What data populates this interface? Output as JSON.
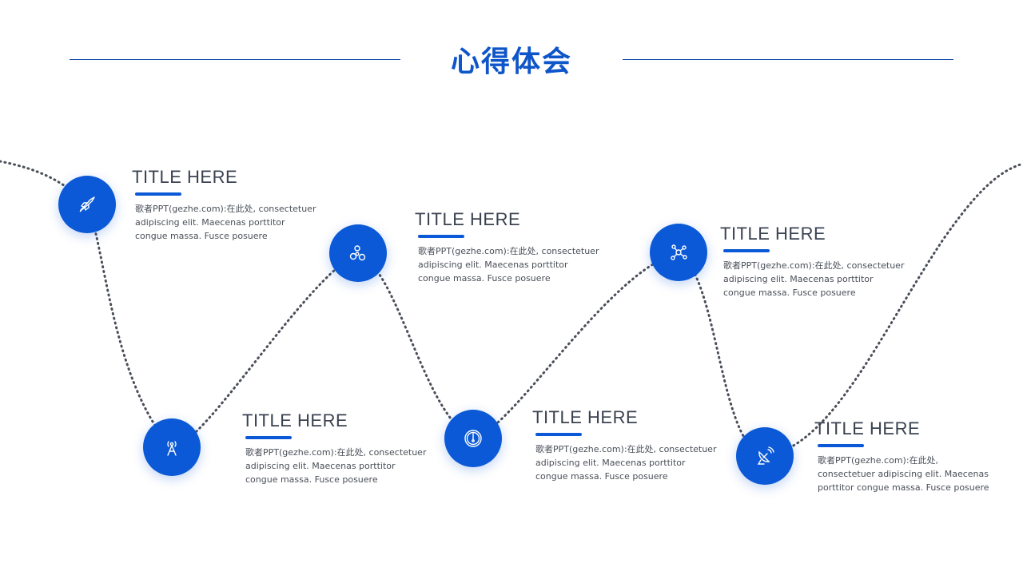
{
  "header": {
    "title": "心得体会"
  },
  "steps": [
    {
      "title": "TITLE HERE",
      "body_lines": [
        "歌者PPT(gezhe.com):在此处, consectetuer",
        "adipiscing elit. Maecenas porttitor",
        "congue massa. Fusce posuere"
      ],
      "icon": "rocket-icon"
    },
    {
      "title": "TITLE HERE",
      "body_lines": [
        "歌者PPT(gezhe.com):在此处, consectetuer",
        "adipiscing elit. Maecenas porttitor",
        "congue massa. Fusce posuere"
      ],
      "icon": "radio-tower-icon"
    },
    {
      "title": "TITLE HERE",
      "body_lines": [
        "歌者PPT(gezhe.com):在此处, consectetuer",
        "adipiscing elit. Maecenas porttitor",
        "congue massa. Fusce posuere"
      ],
      "icon": "molecule-icon"
    },
    {
      "title": "TITLE HERE",
      "body_lines": [
        "歌者PPT(gezhe.com):在此处, consectetuer",
        "adipiscing elit. Maecenas porttitor",
        "congue massa. Fusce posuere"
      ],
      "icon": "gauge-icon"
    },
    {
      "title": "TITLE HERE",
      "body_lines": [
        "歌者PPT(gezhe.com):在此处, consectetuer",
        "adipiscing elit. Maecenas porttitor",
        "congue massa. Fusce posuere"
      ],
      "icon": "network-icon"
    },
    {
      "title": "TITLE HERE",
      "body_lines": [
        "歌者PPT(gezhe.com):在此处,",
        "consectetuer adipiscing elit. Maecenas",
        "porttitor congue massa. Fusce posuere"
      ],
      "icon": "satellite-dish-icon"
    }
  ],
  "colors": {
    "accent": "#0b59d6",
    "title": "#0e55c9",
    "path": "#4a4f58"
  }
}
